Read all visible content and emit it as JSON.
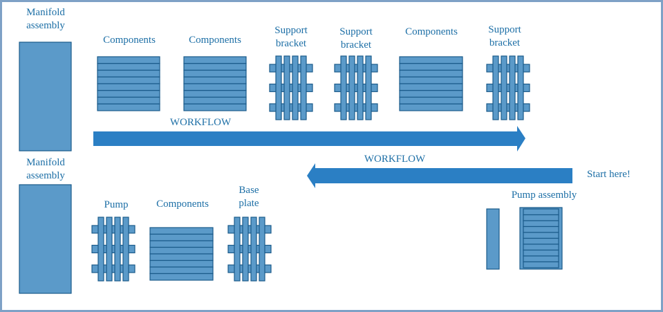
{
  "labels": {
    "manifold_top": [
      "Manifold",
      "assembly"
    ],
    "manifold_bottom": [
      "Manifold",
      "assembly"
    ],
    "top_row": [
      [
        "Components"
      ],
      [
        "Components"
      ],
      [
        "Support",
        "bracket"
      ],
      [
        "Support",
        "bracket"
      ],
      [
        "Components"
      ],
      [
        "Support",
        "bracket"
      ]
    ],
    "bottom_row": [
      [
        "Pump"
      ],
      [
        "Components"
      ],
      [
        "Base",
        "plate"
      ]
    ],
    "workflow_upper": "WORKFLOW",
    "workflow_lower": "WORKFLOW",
    "start": "Start here!",
    "pump_assembly": "Pump assembly"
  },
  "colors": {
    "fill": "#5b9ac9",
    "stroke": "#1a5a8a",
    "arrow": "#2b7fc4",
    "text": "#1d6fa6",
    "frame": "#7ea1c6"
  }
}
